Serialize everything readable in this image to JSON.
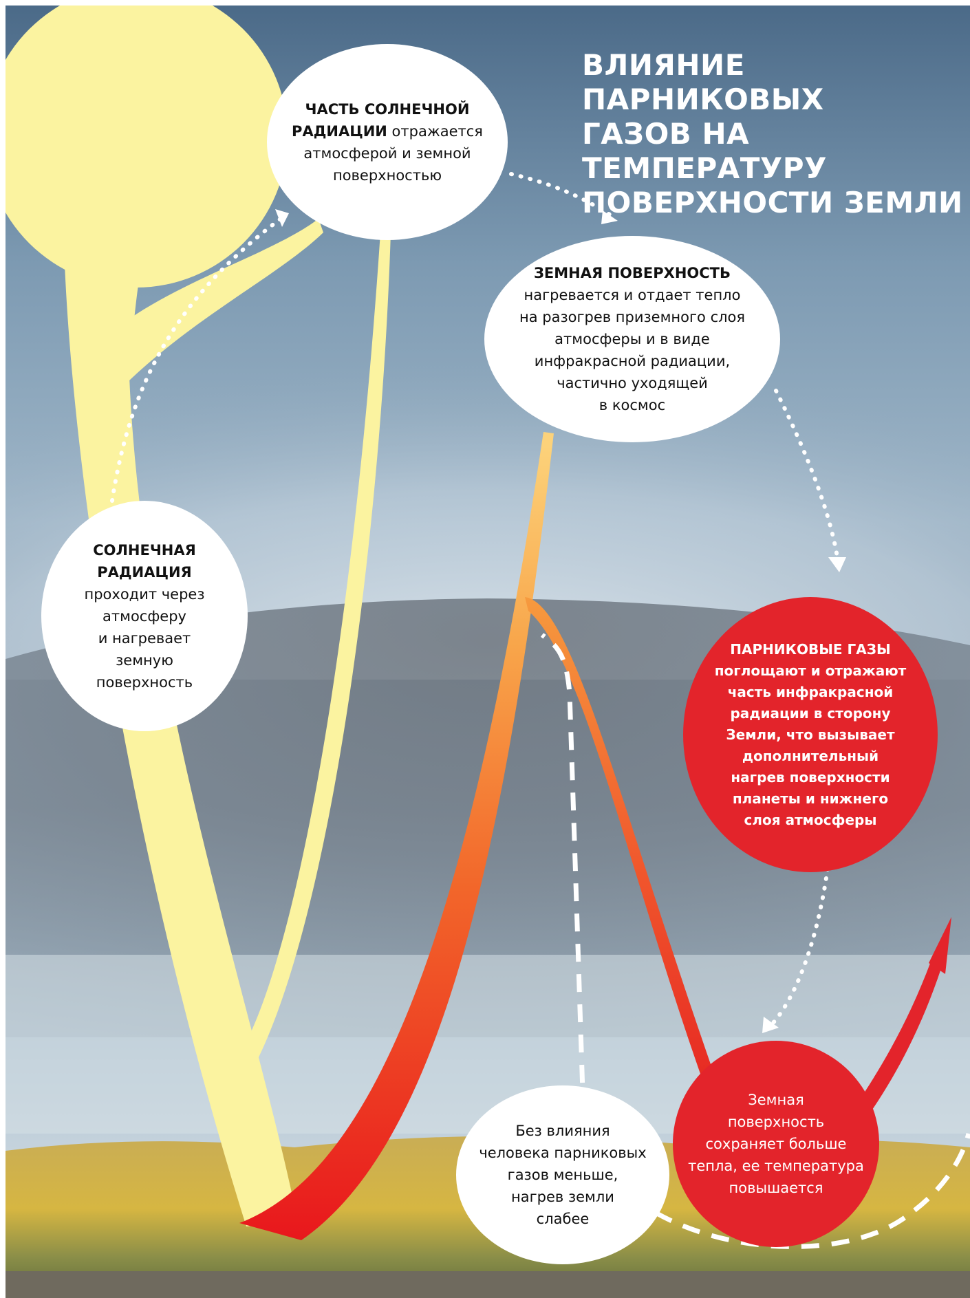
{
  "title": {
    "line1": "ВЛИЯНИЕ ПАРНИКОВЫХ",
    "line2": "ГАЗОВ НА ТЕМПЕРАТУРУ",
    "line3": "ПОВЕРХНОСТИ ЗЕМЛИ"
  },
  "nodes": {
    "reflected": {
      "bold1": "ЧАСТЬ СОЛНЕЧНОЙ",
      "bold2": "РАДИАЦИИ",
      "text2": " отражается",
      "line3": "атмосферой и земной",
      "line4": "поверхностью"
    },
    "surface": {
      "bold1": "ЗЕМНАЯ ПОВЕРХНОСТЬ",
      "line2": "нагревается и отдает тепло",
      "line3": "на разогрев приземного слоя",
      "line4": "атмосферы и в виде",
      "line5": "инфракрасной  радиации,",
      "line6": "частично уходящей",
      "line7": "в космос"
    },
    "solar": {
      "bold1": "СОЛНЕЧНАЯ",
      "bold2": "РАДИАЦИЯ",
      "line3": "проходит через",
      "line4": "атмосферу",
      "line5": "и нагревает",
      "line6": "земную",
      "line7": "поверхность"
    },
    "greenhouse": {
      "bold1": "ПАРНИКОВЫЕ ГАЗЫ",
      "line2": "поглощают и отражают",
      "line3": "часть инфракрасной",
      "line4": "радиации в сторону",
      "line5": "Земли, что вызывает",
      "line6": "дополнительный",
      "line7": "нагрев поверхности",
      "line8": "планеты и нижнего",
      "line9": "слоя атмосферы"
    },
    "without_human": {
      "line1": "Без влияния",
      "line2": "человека парниковых",
      "line3": "газов меньше,",
      "line4": "нагрев земли",
      "line5": "слабее"
    },
    "retains_heat": {
      "line1": "Земная",
      "line2": "поверхность",
      "line3": "сохраняет больше",
      "line4": "тепла, ее температура",
      "line5": "повышается"
    }
  },
  "colors": {
    "sun": "#fbf3a0",
    "heat_hot": "#e8151c",
    "heat_warm": "#fcc86a",
    "greenhouse": "#e3242b",
    "sky_top": "#4f6f8c",
    "field": "#d8b33e"
  }
}
